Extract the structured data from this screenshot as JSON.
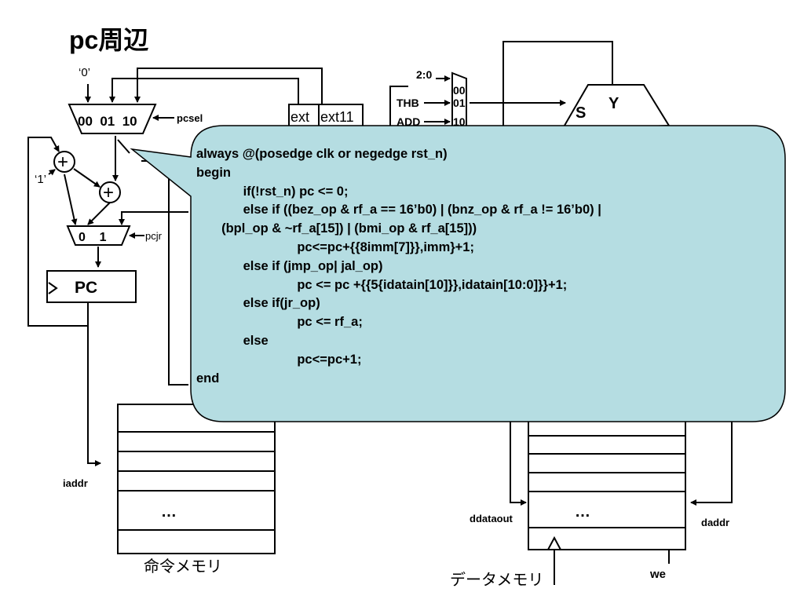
{
  "title": "pc周辺",
  "diagram": {
    "labels": {
      "zero": "‘0’",
      "one": "‘1’",
      "mux_inputs": "00  01  10",
      "pcsel": "pcsel",
      "ext": "ext",
      "ext11": "ext11",
      "pcjr_mux_inputs": "0    1",
      "pcjr": "pcjr",
      "pc": "PC",
      "sel_bits": "2:0",
      "thb": "THB",
      "add": "ADD",
      "mux_00": "00",
      "mux_01": "01",
      "mux_10": "10",
      "alu_s": "S",
      "alu_y": "Y",
      "plus": "+",
      "iaddr": "iaddr",
      "instruction_memory": "命令メモリ",
      "data_memory": "データメモリ",
      "ddataout": "ddataout",
      "daddr": "daddr",
      "we": "we",
      "dots": "…"
    }
  },
  "callout": {
    "code_lines": [
      "always @(posedge clk or negedge rst_n)",
      "begin",
      "             if(!rst_n) pc <= 0;",
      "             else if ((bez_op & rf_a == 16’b0) | (bnz_op & rf_a != 16’b0) |",
      "       (bpl_op & ~rf_a[15]) | (bmi_op & rf_a[15]))",
      "                            pc<=pc+{{8imm[7]}},imm}+1;",
      "             else if (jmp_op| jal_op)",
      "                            pc <= pc +{{5{idatain[10]}},idatain[10:0]}}+1;",
      "             else if(jr_op)",
      "                            pc <= rf_a;",
      "             else",
      "                            pc<=pc+1;",
      "end"
    ]
  },
  "colors": {
    "callout_fill": "#b5dde2",
    "line": "#000000",
    "background": "#ffffff"
  }
}
